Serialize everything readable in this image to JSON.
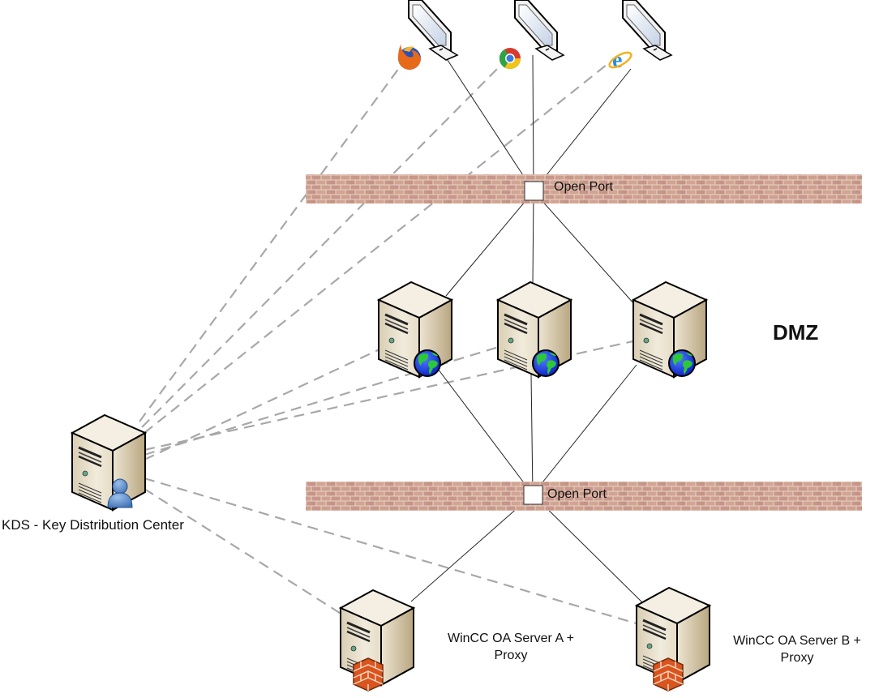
{
  "diagram": {
    "zone_label": "DMZ",
    "firewalls": [
      {
        "id": "outer-wall",
        "port_label": "Open Port"
      },
      {
        "id": "inner-wall",
        "port_label": "Open Port"
      }
    ],
    "clients": [
      {
        "id": "client-firefox",
        "browser": "firefox-icon"
      },
      {
        "id": "client-chrome",
        "browser": "chrome-icon"
      },
      {
        "id": "client-ie",
        "browser": "internet-explorer-icon"
      }
    ],
    "web_servers": [
      {
        "id": "web-server-1",
        "badge": "globe-icon"
      },
      {
        "id": "web-server-2",
        "badge": "globe-icon"
      },
      {
        "id": "web-server-3",
        "badge": "globe-icon"
      }
    ],
    "kds": {
      "label": "KDS - Key Distribution Center",
      "badge": "user-icon"
    },
    "servers": [
      {
        "id": "server-a",
        "label_line1": "WinCC OA Server A +",
        "label_line2": "Proxy",
        "badge": "firewall-icon"
      },
      {
        "id": "server-b",
        "label_line1": "WinCC OA Server B +",
        "label_line2": "Proxy",
        "badge": "firewall-icon"
      }
    ],
    "colors": {
      "brick": "#c99a86",
      "mortar": "#e8d6cc",
      "server_body": "#e6dcc6",
      "server_side": "#c2b394",
      "dashed_line": "#a8a8a8",
      "solid_line": "#222222"
    }
  }
}
